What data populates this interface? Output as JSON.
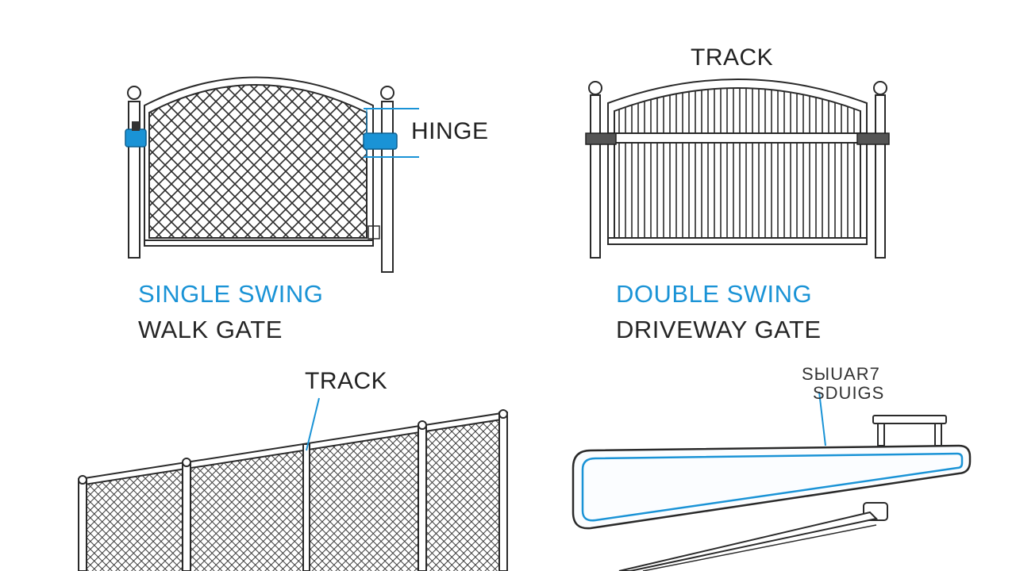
{
  "colors": {
    "ink": "#2a2a2a",
    "accent_blue": "#1a93d6",
    "light_line": "#9a9a9a",
    "text_dark": "#262626"
  },
  "panels": {
    "single_swing": {
      "callout": "HINGE",
      "title_line1": "SINGLE SWING",
      "title_line2": "WALK GATE",
      "icon": "single-swing-gate-icon"
    },
    "double_swing": {
      "callout": "TRACK",
      "title_line1": "DOUBLE SWING",
      "title_line2": "DRIVEWAY GATE",
      "icon": "double-swing-gate-icon"
    },
    "chain_link": {
      "callout": "TRACK",
      "icon": "chain-link-fence-icon"
    },
    "barrier_arm": {
      "callout_line1": "SЫUAR7",
      "callout_line2": "SDUIGS",
      "icon": "barrier-arm-gate-icon"
    }
  }
}
